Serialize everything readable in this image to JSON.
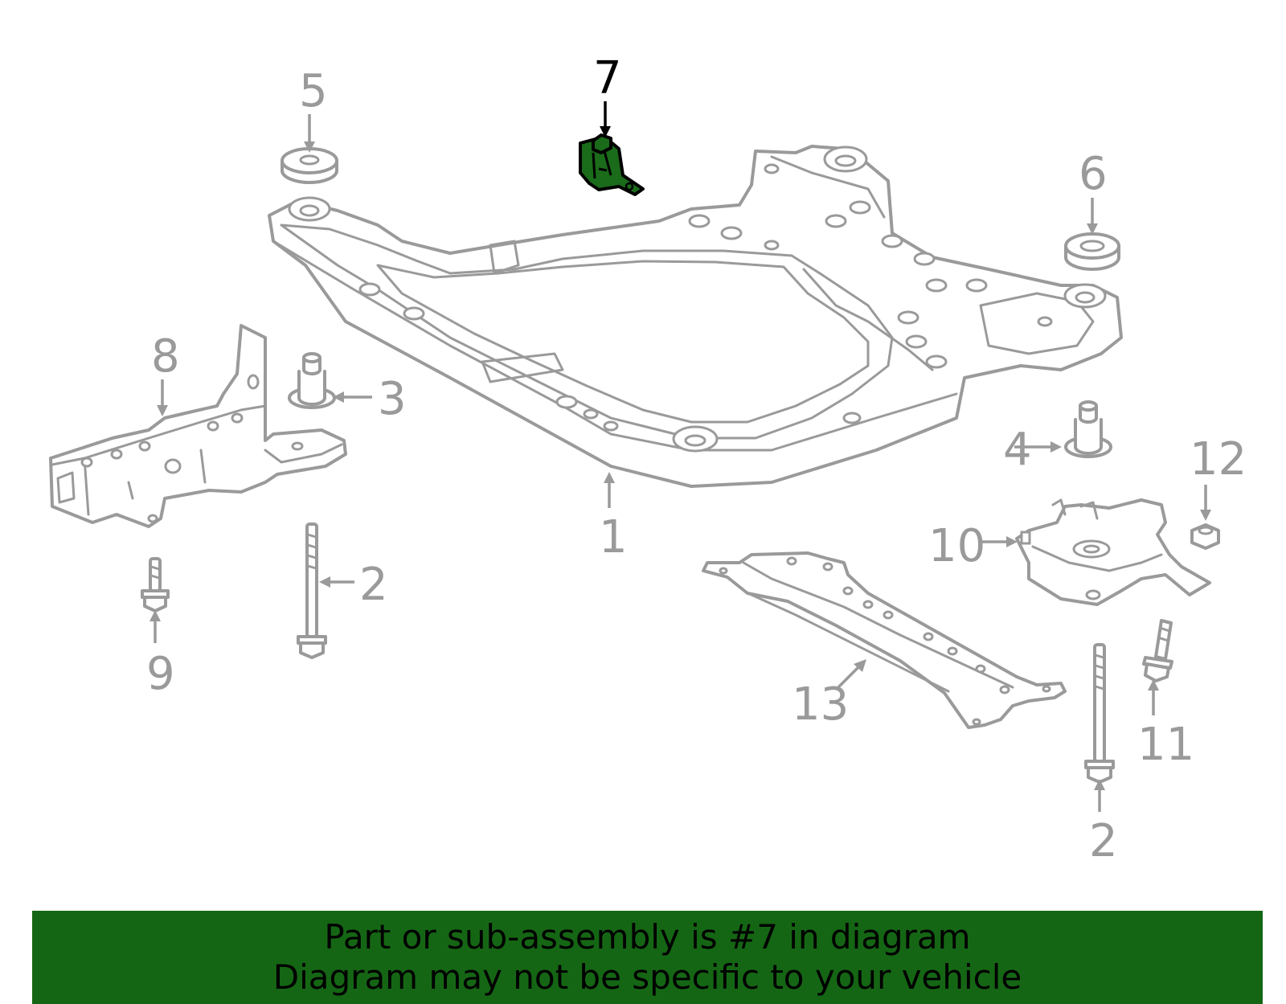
{
  "diagram": {
    "highlight_color": "#156614",
    "callouts": [
      {
        "id": "1",
        "label": "1",
        "part": "subframe",
        "highlighted": false
      },
      {
        "id": "2a",
        "label": "2",
        "part": "long-bolt-left",
        "highlighted": false
      },
      {
        "id": "2b",
        "label": "2",
        "part": "long-bolt-right",
        "highlighted": false
      },
      {
        "id": "3",
        "label": "3",
        "part": "bushing-left",
        "highlighted": false
      },
      {
        "id": "4",
        "label": "4",
        "part": "bushing-right",
        "highlighted": false
      },
      {
        "id": "5",
        "label": "5",
        "part": "washer-left",
        "highlighted": false
      },
      {
        "id": "6",
        "label": "6",
        "part": "washer-right",
        "highlighted": false
      },
      {
        "id": "7",
        "label": "7",
        "part": "mount-bracket",
        "highlighted": true
      },
      {
        "id": "8",
        "label": "8",
        "part": "side-brace-left",
        "highlighted": false
      },
      {
        "id": "9",
        "label": "9",
        "part": "short-bolt-left",
        "highlighted": false
      },
      {
        "id": "10",
        "label": "10",
        "part": "side-brace-right",
        "highlighted": false
      },
      {
        "id": "11",
        "label": "11",
        "part": "short-bolt-right",
        "highlighted": false
      },
      {
        "id": "12",
        "label": "12",
        "part": "nut",
        "highlighted": false
      },
      {
        "id": "13",
        "label": "13",
        "part": "cross-brace",
        "highlighted": false
      }
    ]
  },
  "banner": {
    "line1": "Part or sub-assembly is #7 in diagram",
    "line2": "Diagram may not be specific to your vehicle"
  }
}
